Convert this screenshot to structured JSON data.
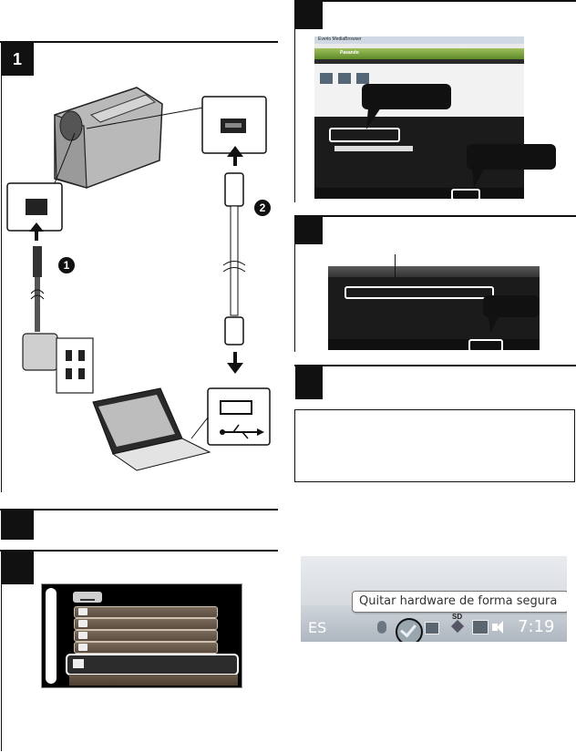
{
  "steps": {
    "connect": {
      "number": "1"
    },
    "step_bottom_left_a": {
      "number": ""
    },
    "step_bottom_left_b": {
      "number": ""
    },
    "software_top": {
      "number": ""
    },
    "software_mid": {
      "number": ""
    },
    "software_bottom": {
      "number": ""
    }
  },
  "callouts": {
    "one": "1",
    "two": "2"
  },
  "software": {
    "window_title": "Everio MediaBrowser",
    "tab_label": "Pasando"
  },
  "taskbar": {
    "tooltip": "Quitar hardware de forma segura",
    "language": "ES",
    "sd_label": "SD",
    "time": "7:19"
  },
  "colors": {
    "accent_black": "#111111",
    "highlight_circle": "#111111",
    "taskbar_bg": "#d8dde2"
  }
}
